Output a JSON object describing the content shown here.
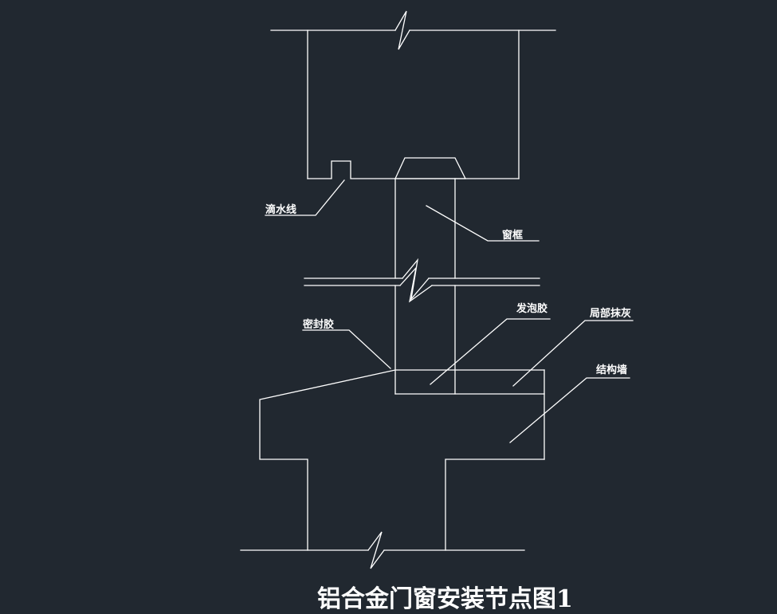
{
  "drawing": {
    "background": "#212830",
    "line_color": "#ffffff",
    "title": "铝合金门窗安装节点图1",
    "labels": {
      "drip_line": "滴水线",
      "window_frame": "窗框",
      "sealant": "密封胶",
      "foam_adhesive": "发泡胶",
      "local_plaster": "局部抹灰",
      "structural_wall": "结构墙"
    }
  }
}
